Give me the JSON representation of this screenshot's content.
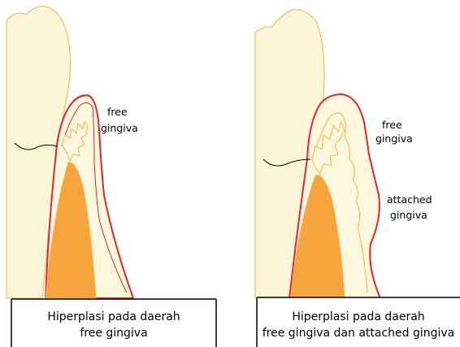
{
  "panels": [
    {
      "labels": {
        "free_gingiva": [
          "free",
          "gingiva"
        ]
      },
      "caption": [
        "Hiperplasi pada daerah",
        "free gingiva"
      ]
    },
    {
      "labels": {
        "free_gingiva": [
          "free",
          "gingiva"
        ],
        "attached_gingiva": [
          "attached",
          "gingiva"
        ]
      },
      "caption": [
        "Hiperplasi pada daerah",
        "free gingiva dan attached gingiva"
      ]
    }
  ],
  "colors": {
    "tooth": "#FCF5D8",
    "tooth_outline": "#F2B24E",
    "gingiva": "#FDF7DE",
    "gingiva_outline": "#E1262D",
    "bone": "#F6A43D",
    "line": "#000000"
  }
}
